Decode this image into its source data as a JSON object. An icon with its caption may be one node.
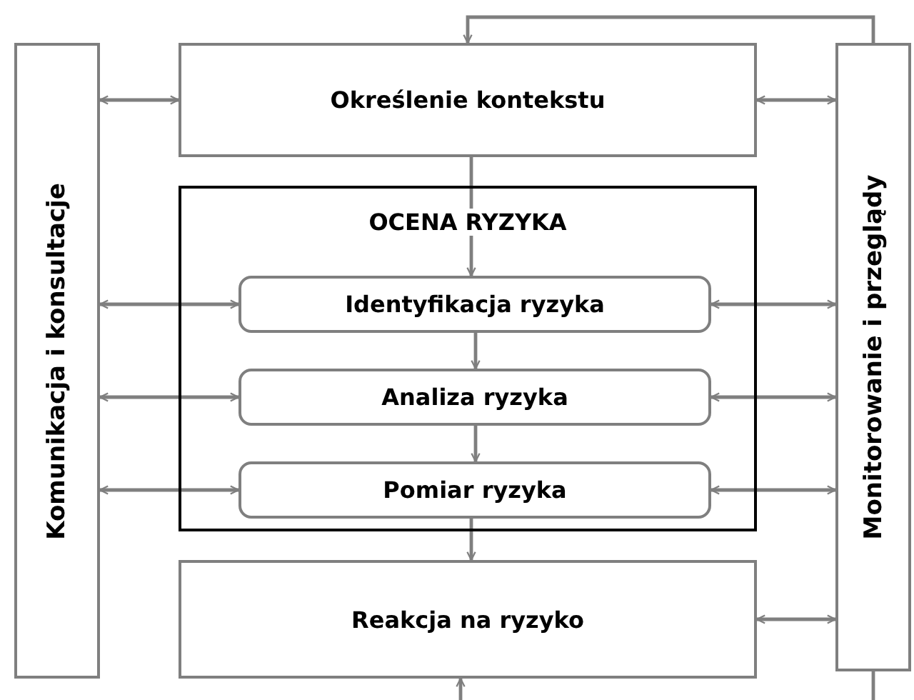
{
  "diagram": {
    "nodes": [
      {
        "text": [
          "Komunikacja i konsultacje"
        ]
      },
      {
        "text": [
          "Określenie kontekstu"
        ]
      },
      {
        "text": [
          "OCENA RYZYKA"
        ]
      },
      {
        "text": [
          "Identyfikacja ryzyka"
        ],
        "in": 2
      },
      {
        "text": [
          "Analiza ryzyka"
        ],
        "in": 2
      },
      {
        "text": [
          "Pomiar ryzyka"
        ],
        "in": 2
      },
      {
        "text": [
          "Reakcja na ryzyko"
        ]
      },
      {
        "text": [
          "Monitorowanie i przeglądy"
        ]
      }
    ],
    "edges": [
      {
        "from": 0,
        "to": 1,
        "arrow": "both"
      },
      {
        "from": 0,
        "to": 3,
        "arrow": "both"
      },
      {
        "from": 0,
        "to": 4,
        "arrow": "both"
      },
      {
        "from": 0,
        "to": 5,
        "arrow": "both"
      },
      {
        "from": 1,
        "to": 7,
        "arrow": "both"
      },
      {
        "from": 3,
        "to": 7,
        "arrow": "both"
      },
      {
        "from": 4,
        "to": 7,
        "arrow": "both"
      },
      {
        "from": 5,
        "to": 7,
        "arrow": "both"
      },
      {
        "from": 6,
        "to": 7,
        "arrow": "both"
      },
      {
        "from": 1,
        "to": 3,
        "arrow": "to"
      },
      {
        "from": 3,
        "to": 4,
        "arrow": "to"
      },
      {
        "from": 4,
        "to": 5,
        "arrow": "to"
      },
      {
        "from": 5,
        "to": 6,
        "arrow": "to"
      },
      {
        "from": 7,
        "to": 1,
        "arrow": "to"
      },
      {
        "from": 7,
        "to": null,
        "arrow": "none"
      },
      {
        "from": null,
        "to": 6,
        "arrow": "to"
      }
    ]
  }
}
